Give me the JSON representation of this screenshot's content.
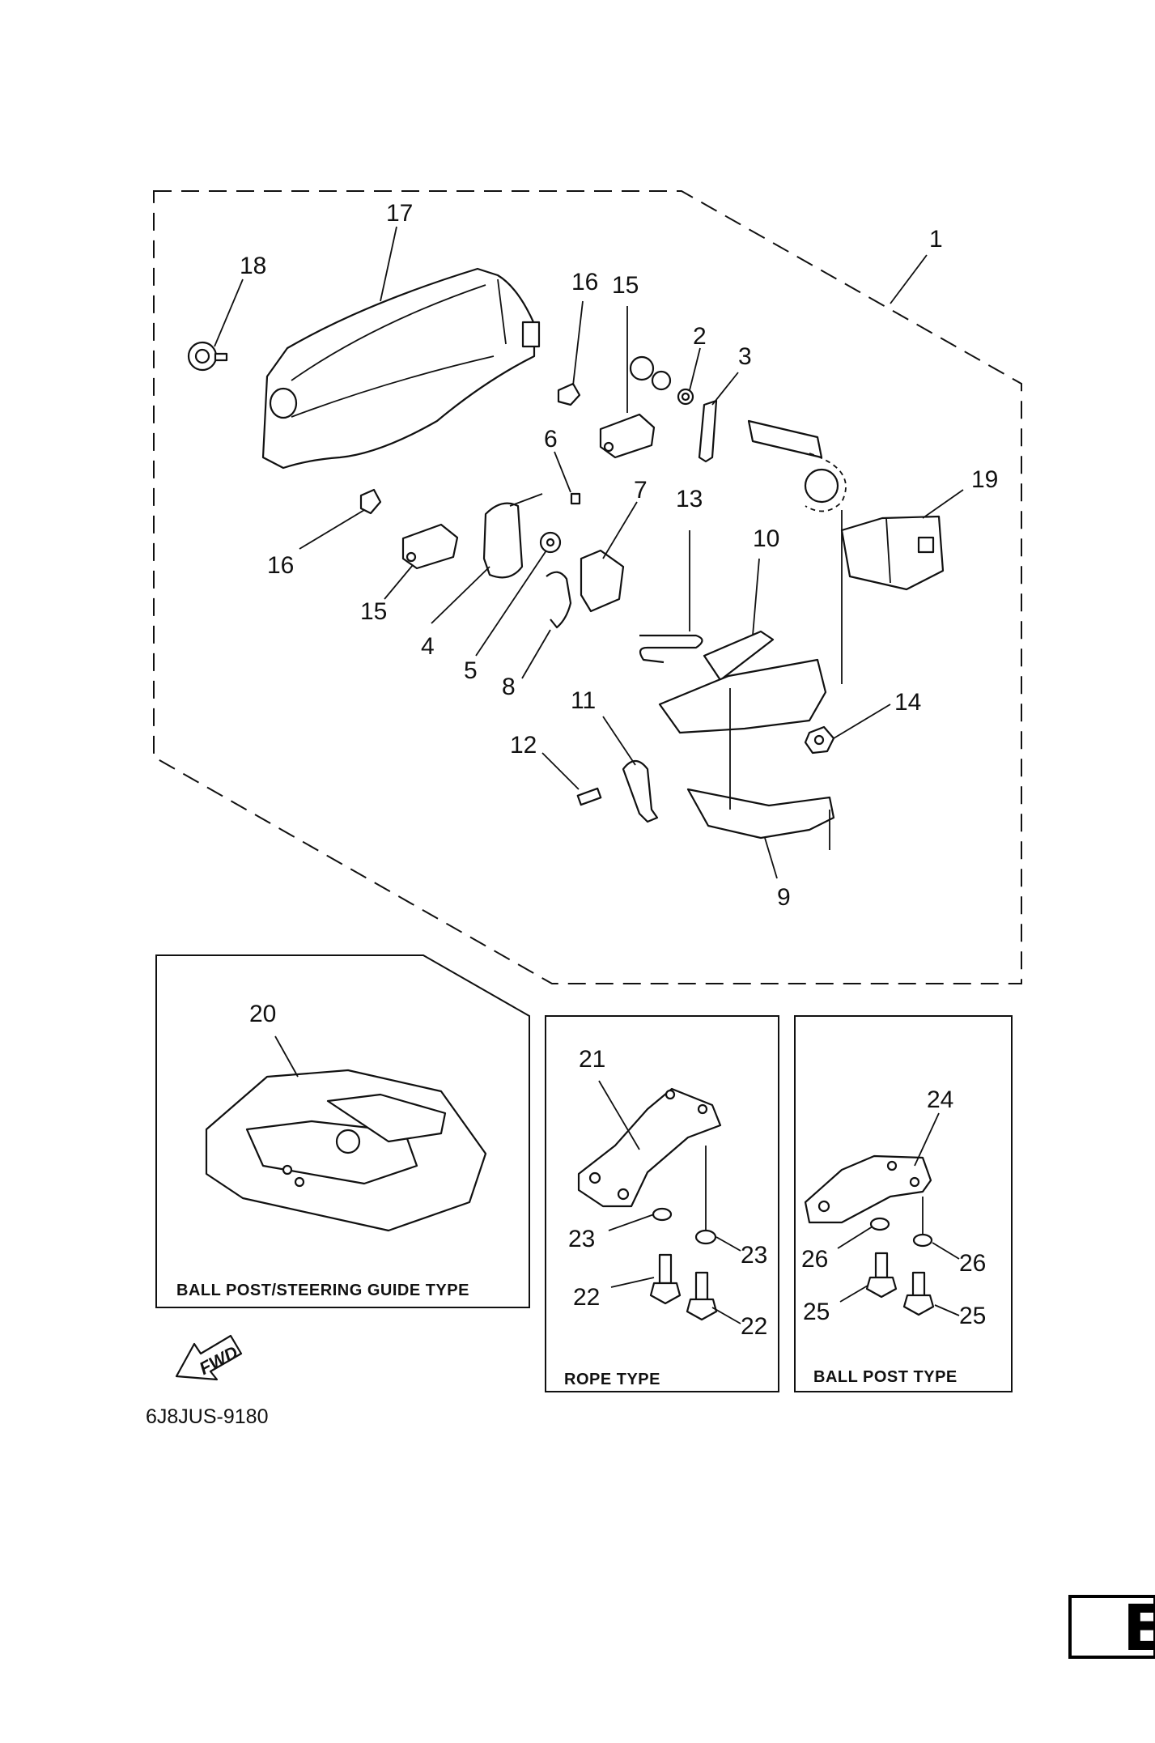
{
  "callouts": {
    "c1": "1",
    "c2": "2",
    "c3": "3",
    "c4": "4",
    "c5": "5",
    "c6": "6",
    "c7": "7",
    "c8": "8",
    "c9": "9",
    "c10": "10",
    "c11": "11",
    "c12": "12",
    "c13": "13",
    "c14": "14",
    "c15a": "15",
    "c15b": "15",
    "c16a": "16",
    "c16b": "16",
    "c17": "17",
    "c18": "18",
    "c19": "19",
    "c20": "20",
    "c21": "21",
    "c22a": "22",
    "c22b": "22",
    "c23a": "23",
    "c23b": "23",
    "c24": "24",
    "c25a": "25",
    "c25b": "25",
    "c26a": "26",
    "c26b": "26"
  },
  "boxes": {
    "ball_post_steering": "BALL POST/STEERING GUIDE TYPE",
    "rope": "ROPE TYPE",
    "ball_post": "BALL POST TYPE"
  },
  "fwd_label": "FWD",
  "drawing_code": "6J8JUS-9180",
  "section_tab": "E"
}
